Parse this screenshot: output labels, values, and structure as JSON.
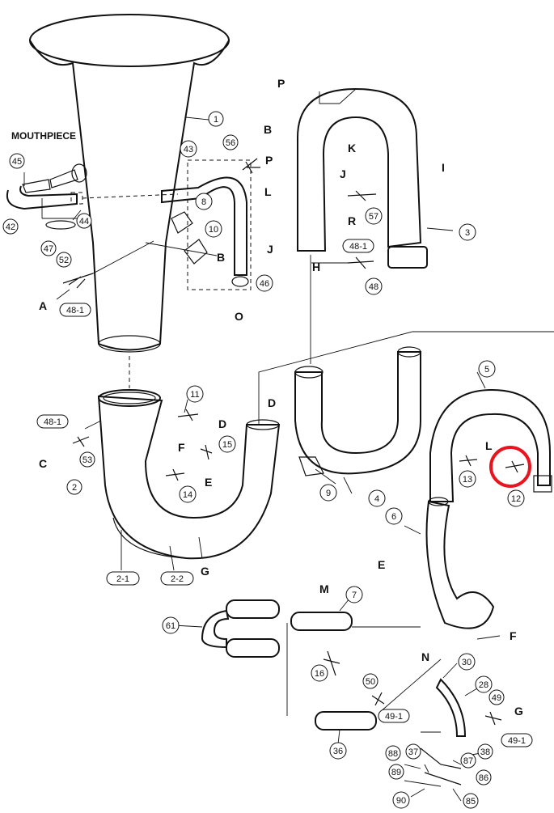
{
  "labels": {
    "mouthpiece": "MOUTHPIECE",
    "numbers": [
      "1",
      "2",
      "3",
      "4",
      "5",
      "6",
      "7",
      "8",
      "9",
      "10",
      "11",
      "12",
      "13",
      "14",
      "15",
      "16",
      "28",
      "30",
      "36",
      "37",
      "38",
      "42",
      "43",
      "44",
      "45",
      "46",
      "47",
      "48",
      "49",
      "50",
      "52",
      "53",
      "56",
      "57",
      "61",
      "85",
      "86",
      "87",
      "88",
      "89",
      "90"
    ],
    "ovals": [
      "48-1",
      "48-1",
      "48-1",
      "49-1",
      "49-1",
      "2-1",
      "2-2"
    ],
    "letters": [
      "P",
      "B",
      "K",
      "J",
      "L",
      "I",
      "R",
      "P",
      "J",
      "B",
      "H",
      "O",
      "A",
      "C",
      "D",
      "F",
      "E",
      "G",
      "D",
      "L",
      "E",
      "F",
      "M",
      "N",
      "G"
    ]
  },
  "highlight": {
    "color": "#e8141e",
    "target": "12"
  }
}
